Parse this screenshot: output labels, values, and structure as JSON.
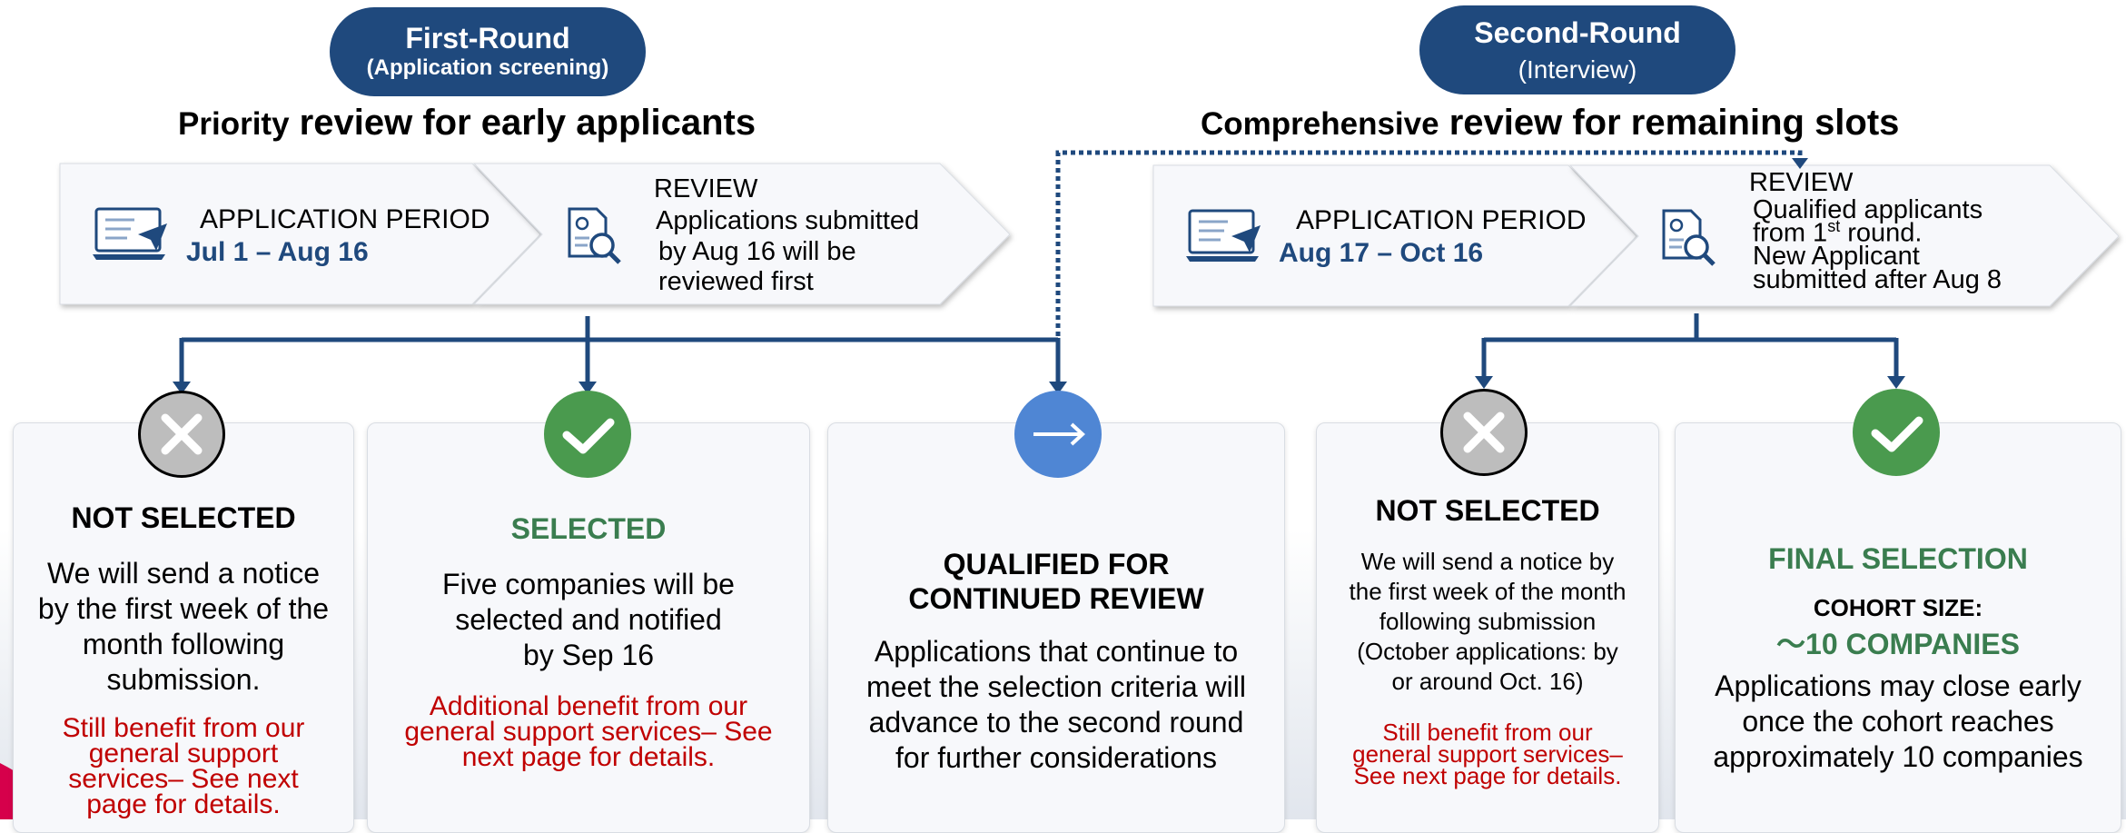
{
  "first_round": {
    "pill_title": "First-Round",
    "pill_sub": "(Application screening)",
    "heading_prefix": "Priority",
    "heading_rest": "review for early applicants",
    "period_label": "APPLICATION PERIOD",
    "period_dates": "Jul 1 – Aug 16",
    "review_title": "REVIEW",
    "review_lines": [
      "Applications submitted",
      "by Aug 16 will be",
      "reviewed first"
    ]
  },
  "second_round": {
    "pill_title": "Second-Round",
    "pill_sub": "(Interview)",
    "heading_prefix": "Comprehensive",
    "heading_rest": "review for remaining slots",
    "period_label": "APPLICATION PERIOD",
    "period_dates": "Aug 17 – Oct 16",
    "review_title": "REVIEW",
    "review_line1": "Qualified applicants",
    "review_line2_a": "from 1",
    "review_line2_sup": "st",
    "review_line2_b": " round.",
    "review_line3": "New Applicant",
    "review_line4": "submitted after Aug 8"
  },
  "cards": {
    "not_selected_1": {
      "title": "NOT SELECTED",
      "body": [
        "We will send a notice",
        "by the first week of the",
        "month following",
        "submission."
      ],
      "red": [
        "Still benefit from our",
        "general support",
        "services– See next",
        "page for details."
      ]
    },
    "selected": {
      "title": "SELECTED",
      "body": [
        "Five companies will be",
        "selected and notified",
        "by Sep 16"
      ],
      "red": [
        "Additional benefit from our",
        "general support services– See",
        "next page for details."
      ]
    },
    "qualified": {
      "title_line1": "QUALIFIED FOR",
      "title_line2": "CONTINUED REVIEW",
      "body": [
        "Applications that continue to",
        "meet the selection criteria will",
        "advance to the second round",
        "for further considerations"
      ]
    },
    "not_selected_2": {
      "title": "NOT SELECTED",
      "body": [
        "We will send a notice by",
        "the first week of the month",
        "following submission",
        "(October applications: by",
        "or around Oct. 16)"
      ],
      "red": [
        "Still benefit from our",
        "general support services–",
        "See next page for details."
      ]
    },
    "final": {
      "title": "FINAL SELECTION",
      "cohort_label": "COHORT SIZE:",
      "cohort_value": "～10 COMPANIES",
      "body": [
        "Applications may close early",
        "once the cohort reaches",
        "approximately 10 companies"
      ]
    }
  },
  "icons": {
    "x_circle": "x-circle-icon",
    "check_circle": "check-circle-icon",
    "arrow_circle": "arrow-circle-icon",
    "laptop": "laptop-send-icon",
    "document_search": "document-search-icon"
  },
  "colors": {
    "navy": "#1f497d",
    "green": "#3a7d4f",
    "green_circle": "#4a9a4e",
    "grey_circle": "#bdbdbd",
    "blue_circle": "#4f86d4",
    "red_text": "#c00000",
    "accent_corner": "#d6004b"
  }
}
